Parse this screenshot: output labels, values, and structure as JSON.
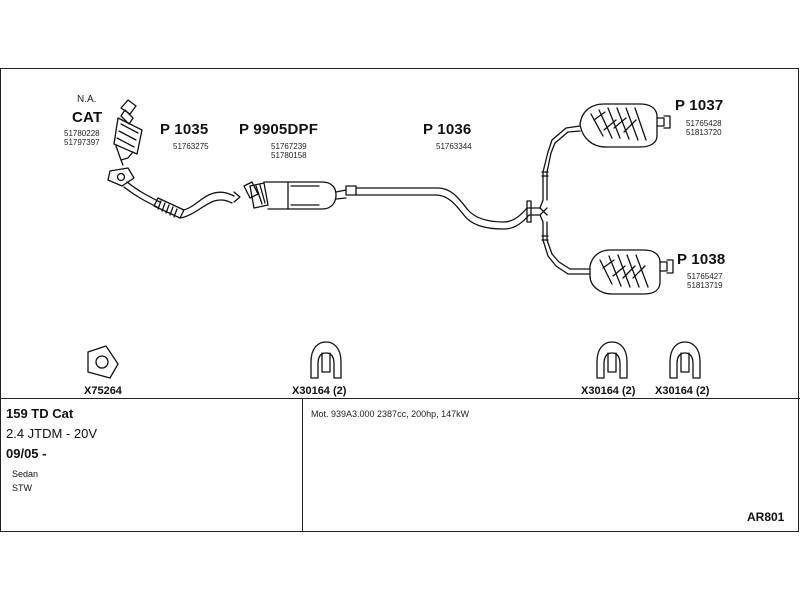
{
  "parts": {
    "cat": {
      "prefix": "N.A.",
      "label": "CAT",
      "numbers": [
        "51780228",
        "51797397"
      ]
    },
    "p1035": {
      "label": "P 1035",
      "numbers": [
        "51763275"
      ]
    },
    "p9905": {
      "label": "P 9905DPF",
      "numbers": [
        "51767239",
        "51780158"
      ]
    },
    "p1036": {
      "label": "P 1036",
      "numbers": [
        "51763344"
      ]
    },
    "p1037": {
      "label": "P 1037",
      "numbers": [
        "51765428",
        "51813720"
      ]
    },
    "p1038": {
      "label": "P 1038",
      "numbers": [
        "51765427",
        "51813719"
      ]
    }
  },
  "accessories": [
    {
      "icon": "gasket-icon",
      "label": "X75264"
    },
    {
      "icon": "rubber-mount-icon",
      "label": "X30164 (2)"
    },
    {
      "icon": "rubber-mount-icon",
      "label": "X30164 (2)"
    },
    {
      "icon": "rubber-mount-icon",
      "label": "X30164 (2)"
    }
  ],
  "vehicle": {
    "model": "159 TD Cat",
    "engine": "2.4 JTDM - 20V",
    "date": "09/05 -",
    "body_types": [
      "Sedan",
      "STW"
    ]
  },
  "notes": {
    "motor": "Mot. 939A3.000 2387cc, 200hp, 147kW"
  },
  "code": "AR801"
}
